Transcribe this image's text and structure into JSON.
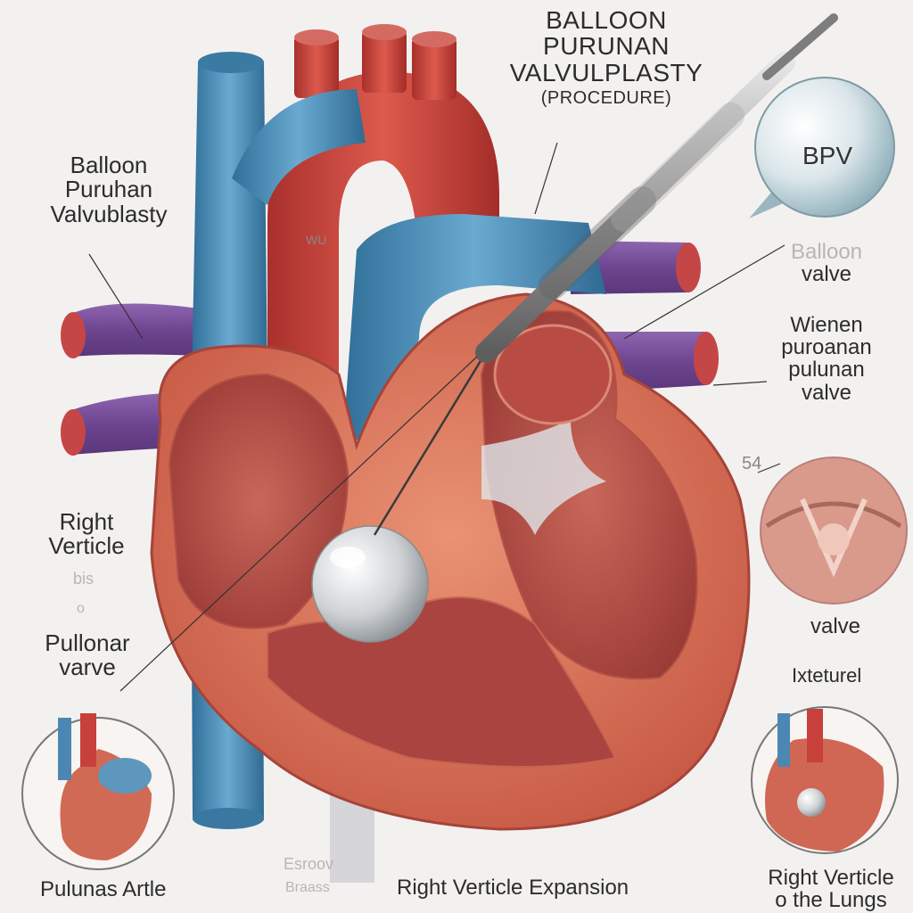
{
  "title": {
    "line1": "BALLOON",
    "line2": "PURUNAN",
    "line3": "VALVULPLASTY",
    "line4": "(PROCEDURE)"
  },
  "left_title": {
    "line1": "Balloon",
    "line2": "Puruhan",
    "line3": "Valvublasty"
  },
  "balloon_callout": "BPV",
  "right_labels": {
    "balloon_valve_1": "Balloon",
    "balloon_valve_2": "valve",
    "widened_1": "Wienen",
    "widened_2": "puroanan",
    "widened_3": "pulunan",
    "widened_4": "valve",
    "inset_mark": "54",
    "valve": "valve",
    "external": "Ixteturel",
    "right_verticle_lungs_1": "Right Verticle",
    "right_verticle_lungs_2": "o the Lungs"
  },
  "left_labels": {
    "right_verticle_1": "Right",
    "right_verticle_2": "Verticle",
    "faint_1": "bis",
    "faint_2": "o",
    "pulmonary_valve_1": "Pullonar",
    "pulmonary_valve_2": "varve"
  },
  "bottom_labels": {
    "pulmonary_artery": "Pulunas Artle",
    "faint_center_1": "Esroov",
    "faint_center_2": "Braass",
    "expansion": "Right Verticle Expansion"
  },
  "heart_marking": "WU",
  "colors": {
    "vein_blue": "#4f8fb6",
    "artery_red": "#c8413a",
    "myocardium": "#d8735a",
    "vessel_purple": "#7b4f9a",
    "background": "#f3f1ef"
  }
}
